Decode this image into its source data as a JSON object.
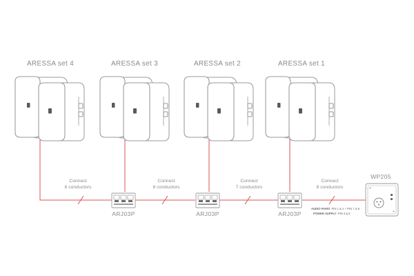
{
  "speaker_sets": [
    {
      "label": "ARESSA set 4"
    },
    {
      "label": "ARESSA set 3"
    },
    {
      "label": "ARESSA set 2"
    },
    {
      "label": "ARESSA set 1"
    }
  ],
  "connections": [
    {
      "line1": "Connect",
      "line2": "8 conductors"
    },
    {
      "line1": "Connect",
      "line2": "8 conductors"
    },
    {
      "line1": "Connect",
      "line2": "7 conductors"
    },
    {
      "line1": "Connect",
      "line2": "8 conductors"
    }
  ],
  "junction_boxes": [
    {
      "label": "ARJ03P"
    },
    {
      "label": "ARJ03P"
    },
    {
      "label": "ARJ03P"
    }
  ],
  "wall_panel": {
    "label": "WP205",
    "note_audio_key": "AUDIO PAIRS",
    "note_audio_val": ": PIN 1 & 2 + PIN 7 & 8",
    "note_power_key": "POWER SUPPLY",
    "note_power_val": ": PIN 3 & 6"
  },
  "colors": {
    "wire": "#d9534f",
    "outline": "#9a9a9a",
    "text": "#8a8a8a"
  }
}
